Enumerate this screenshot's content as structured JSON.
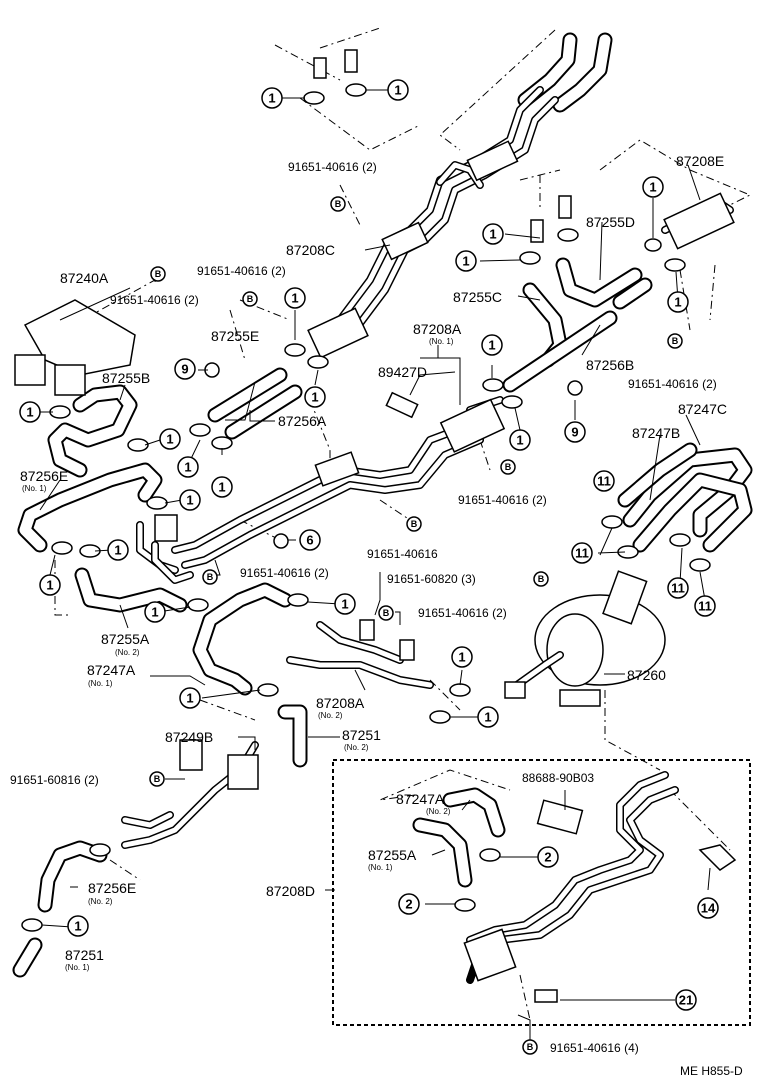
{
  "labels": {
    "l_87208E": "87208E",
    "l_91651_40616_2_top": "91651-40616 (2)",
    "l_87255D": "87255D",
    "l_87208C": "87208C",
    "l_87240A": "87240A",
    "l_91651_40616_2_a": "91651-40616 (2)",
    "l_91651_40616_2_b": "91651-40616 (2)",
    "l_87255C": "87255C",
    "l_87255E": "87255E",
    "l_87208A_no1": "87208A",
    "l_87208A_no1_sub": "(No. 1)",
    "l_89427D": "89427D",
    "l_87256B": "87256B",
    "l_87255B": "87255B",
    "l_91651_40616_2_right": "91651-40616 (2)",
    "l_87256A": "87256A",
    "l_87247C": "87247C",
    "l_87247B": "87247B",
    "l_87256E_no1": "87256E",
    "l_87256E_no1_sub": "(No. 1)",
    "l_91651_40616_2_mid": "91651-40616 (2)",
    "l_91651_40616": "91651-40616",
    "l_91651_40616_2_c": "91651-40616 (2)",
    "l_91651_60820_3": "91651-60820 (3)",
    "l_91651_40616_2_d": "91651-40616 (2)",
    "l_87255A_no2": "87255A",
    "l_87255A_no2_sub": "(No. 2)",
    "l_87247A_no1": "87247A",
    "l_87247A_no1_sub": "(No. 1)",
    "l_87260": "87260",
    "l_87208A_no2": "87208A",
    "l_87208A_no2_sub": "(No. 2)",
    "l_87249B": "87249B",
    "l_87251_no2": "87251",
    "l_87251_no2_sub": "(No. 2)",
    "l_91651_60816_2": "91651-60816 (2)",
    "l_88688_90B03": "88688-90B03",
    "l_87247A_no2": "87247A",
    "l_87247A_no2_sub": "(No. 2)",
    "l_87255A_no1": "87255A",
    "l_87255A_no1_sub": "(No. 1)",
    "l_87256E_no2": "87256E",
    "l_87256E_no2_sub": "(No. 2)",
    "l_87208D": "87208D",
    "l_87251_no1": "87251",
    "l_87251_no1_sub": "(No. 1)",
    "l_91651_40616_4": "91651-40616 (4)",
    "l_code": "ME H855-D"
  },
  "callouts": {
    "one": "1",
    "two": "2",
    "six": "6",
    "nine": "9",
    "eleven": "11",
    "fourteen": "14",
    "twentyone": "21",
    "bolt": "B"
  }
}
